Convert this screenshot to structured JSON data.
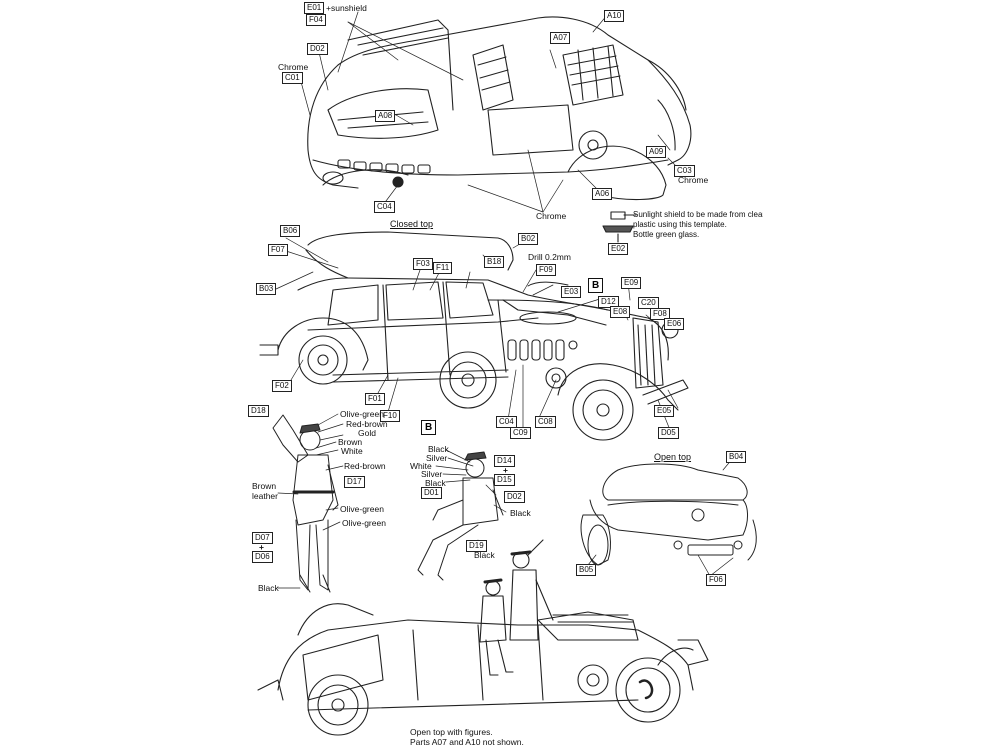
{
  "section_titles": {
    "closed_top": "Closed top",
    "open_top": "Open top"
  },
  "parts": {
    "E01": "E01",
    "F04": "F04",
    "A10": "A10",
    "A07": "A07",
    "D02": "D02",
    "C01": "C01",
    "A08": "A08",
    "A09": "A09",
    "C03": "C03",
    "A06": "A06",
    "C04": "C04",
    "E02": "E02",
    "B06": "B06",
    "B02": "B02",
    "F07": "F07",
    "B18": "B18",
    "B03": "B03",
    "F03": "F03",
    "F11": "F11",
    "F09": "F09",
    "E03": "E03",
    "D12": "D12",
    "E09": "E09",
    "C20": "C20",
    "E08": "E08",
    "F08": "F08",
    "E06": "E06",
    "F02": "F02",
    "F01": "F01",
    "F10": "F10",
    "C04b": "C04",
    "C09": "C09",
    "C08": "C08",
    "E05": "E05",
    "D05": "D05",
    "D18": "D18",
    "D17": "D17",
    "D07": "D07",
    "D06": "D06",
    "D14": "D14",
    "D15": "D15",
    "D01": "D01",
    "D02b": "D02",
    "D19": "D19",
    "B04": "B04",
    "B05": "B05",
    "F06": "F06"
  },
  "callouts": {
    "sunshield": "+sunshield",
    "chrome_left": "Chrome",
    "chrome_right": "Chrome",
    "chrome_bottom": "Chrome",
    "drill": "Drill 0.2mm",
    "plus_d": "+",
    "plus_d14": "+"
  },
  "big_markers": {
    "b1": "B",
    "b2": "B"
  },
  "sunlight_note": {
    "line1": "Sunlight shield to be made from clear",
    "line2": "plastic using this template.",
    "line3": "Bottle green glass."
  },
  "paint_standing": {
    "olive_green_cap": "Olive-green",
    "red_brown_top": "Red-brown",
    "gold": "Gold",
    "brown": "Brown",
    "white": "White",
    "red_brown_mid": "Red-brown",
    "brown_leather_1": "Brown",
    "brown_leather_2": "leather",
    "olive_green_1": "Olive-green",
    "olive_green_2": "Olive-green",
    "black": "Black"
  },
  "paint_seated": {
    "black_cap": "Black",
    "silver_1": "Silver",
    "white": "White",
    "silver_2": "Silver",
    "black_2": "Black",
    "black_3": "Black",
    "black_4": "Black"
  },
  "footer": {
    "line1": "Open top with figures.",
    "line2": "Parts A07 and A10 not shown."
  }
}
